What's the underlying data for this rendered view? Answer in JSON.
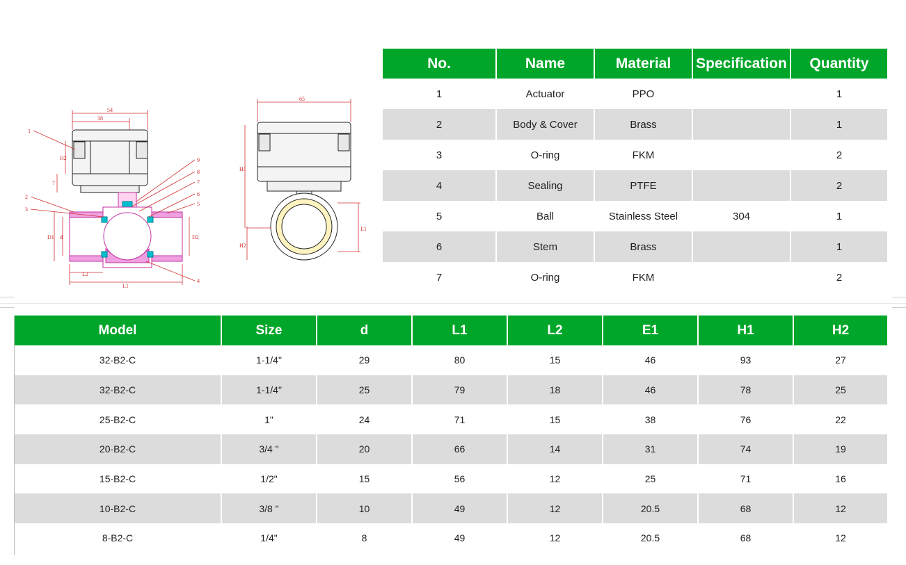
{
  "drawing": {
    "dims_left": [
      "54",
      "38",
      "H2",
      "7",
      "D1",
      "d",
      "D2",
      "L2",
      "L1"
    ],
    "dims_right": [
      "65",
      "H1",
      "H2",
      "E1"
    ],
    "callouts_left": [
      "1",
      "2",
      "3"
    ],
    "callouts_right": [
      "9",
      "8",
      "7",
      "6",
      "5",
      "4"
    ]
  },
  "parts_table": {
    "headers": [
      "No.",
      "Name",
      "Material",
      "Specification",
      "Quantity"
    ],
    "rows": [
      [
        "1",
        "Actuator",
        "PPO",
        "",
        "1"
      ],
      [
        "2",
        "Body & Cover",
        "Brass",
        "",
        "1"
      ],
      [
        "3",
        "O-ring",
        "FKM",
        "",
        "2"
      ],
      [
        "4",
        "Sealing",
        "PTFE",
        "",
        "2"
      ],
      [
        "5",
        "Ball",
        "Stainless Steel",
        "304",
        "1"
      ],
      [
        "6",
        "Stem",
        "Brass",
        "",
        "1"
      ],
      [
        "7",
        "O-ring",
        "FKM",
        "",
        "2"
      ]
    ]
  },
  "dims_table": {
    "headers": [
      "Model",
      "Size",
      "d",
      "L1",
      "L2",
      "E1",
      "H1",
      "H2"
    ],
    "rows": [
      [
        "32-B2-C",
        "1-1/4\"",
        "29",
        "80",
        "15",
        "46",
        "93",
        "27"
      ],
      [
        "32-B2-C",
        "1-1/4\"",
        "25",
        "79",
        "18",
        "46",
        "78",
        "25"
      ],
      [
        "25-B2-C",
        "1\"",
        "24",
        "71",
        "15",
        "38",
        "76",
        "22"
      ],
      [
        "20-B2-C",
        "3/4 \"",
        "20",
        "66",
        "14",
        "31",
        "74",
        "19"
      ],
      [
        "15-B2-C",
        "1/2\"",
        "15",
        "56",
        "12",
        "25",
        "71",
        "16"
      ],
      [
        "10-B2-C",
        "3/8 \"",
        "10",
        "49",
        "12",
        "20.5",
        "68",
        "12"
      ],
      [
        "8-B2-C",
        "1/4\"",
        "8",
        "49",
        "12",
        "20.5",
        "68",
        "12"
      ]
    ]
  },
  "colors": {
    "header_green": "#00a629",
    "row_alt": "#dcdcdc",
    "dimension_red": "#d03030"
  }
}
